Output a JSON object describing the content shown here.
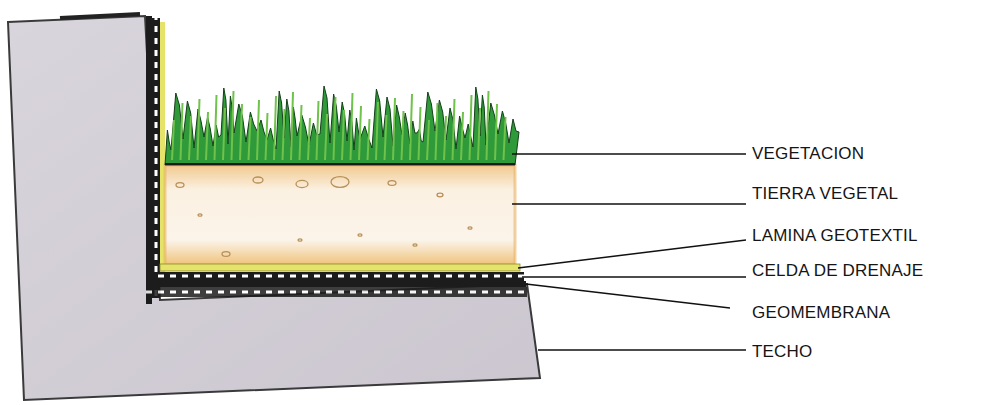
{
  "diagram": {
    "labels": [
      "VEGETACION",
      "TIERRA VEGETAL",
      "LAMINA GEOTEXTIL",
      "CELDA DE DRENAJE",
      "GEOMEMBRANA",
      "TECHO"
    ]
  }
}
